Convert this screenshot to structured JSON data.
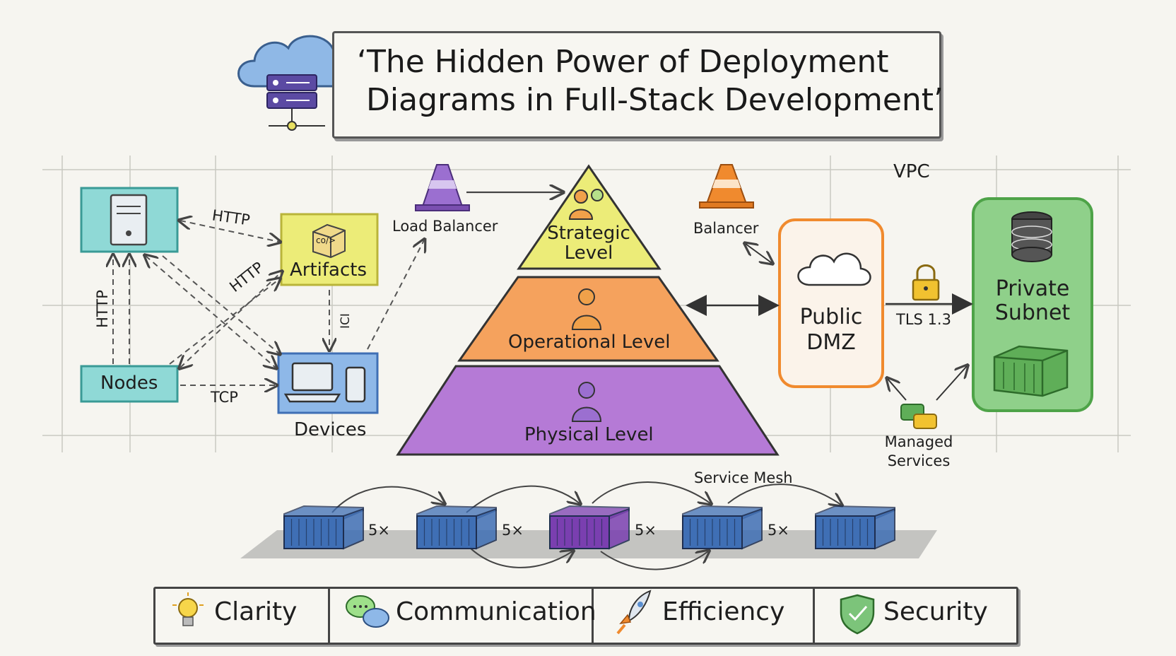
{
  "title": {
    "line1": "‘The Hidden Power of Deployment",
    "line2": "Diagrams in Full-Stack Development’"
  },
  "icons": {
    "title": "cloud-server-icon",
    "server": "server-tower-icon",
    "artifact": "code-box-icon",
    "devices": "laptop-phone-icon",
    "cone": "traffic-cone-icon",
    "cloud": "cloud-icon",
    "lock": "padlock-icon",
    "database": "database-icon",
    "container": "container-icon",
    "chat": "chat-bubbles-icon",
    "bulb": "lightbulb-icon",
    "rocket": "rocket-icon",
    "shield": "shield-check-icon"
  },
  "left_cluster": {
    "artifacts": "Artifacts",
    "artifact_code": "co/>",
    "nodes": "Nodes",
    "devices": "Devices",
    "edge_http_top": "HTTP",
    "edge_http_diag": "HTTP",
    "edge_http_vert": "HTTP",
    "edge_tcp": "TCP",
    "edge_vertical_small": "ICI"
  },
  "pyramid": {
    "strategic": "Strategic Level",
    "operational": "Operational Level",
    "physical": "Physical Level"
  },
  "load_balancer": "Load Balancer",
  "balancer": "Balancer",
  "vpc": "VPC",
  "dmz": "Public DMZ",
  "tls": "TLS 1.3",
  "private_subnet": "Private Subnet",
  "managed_services": "Managed Services",
  "service_mesh": {
    "label": "Service Mesh",
    "multipliers": [
      "5×",
      "5×",
      "5×",
      "5×"
    ]
  },
  "benefits": [
    "Clarity",
    "Communication",
    "Efficiency",
    "Security"
  ],
  "colors": {
    "teal": "#8fd9d6",
    "yellow": "#ecec78",
    "blue": "#8eb8e8",
    "orange": "#f5a25d",
    "purple": "#b57ad6",
    "green": "#8fd08a",
    "container_blue": "#3f6fb5",
    "container_purple": "#7a3fb0"
  }
}
